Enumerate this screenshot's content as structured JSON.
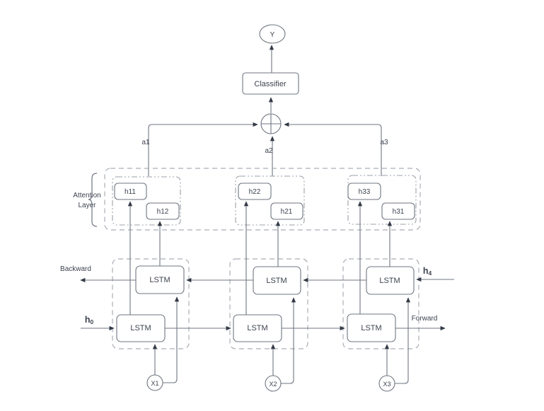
{
  "output_node": "Y",
  "classifier": {
    "label": "Classifier"
  },
  "attention": {
    "label_line1": "Attention",
    "label_line2": "Layer",
    "weights": [
      "a1",
      "a2",
      "a3"
    ],
    "groups": [
      {
        "upper": "h11",
        "lower": "h12"
      },
      {
        "upper": "h22",
        "lower": "h21"
      },
      {
        "upper": "h33",
        "lower": "h31"
      }
    ]
  },
  "rnn": {
    "cell": "LSTM",
    "backward_label": "Backward",
    "forward_label": "Forward",
    "h0": {
      "base": "h",
      "sub": "0"
    },
    "h4": {
      "base": "h",
      "sub": "4"
    }
  },
  "inputs": [
    "X1",
    "X2",
    "X3"
  ],
  "colors": {
    "background": "#ffffff",
    "line": "#6f7681",
    "dashed_border": "#a9aeb6",
    "text": "#3c424e",
    "arrowhead": "#333a46"
  }
}
